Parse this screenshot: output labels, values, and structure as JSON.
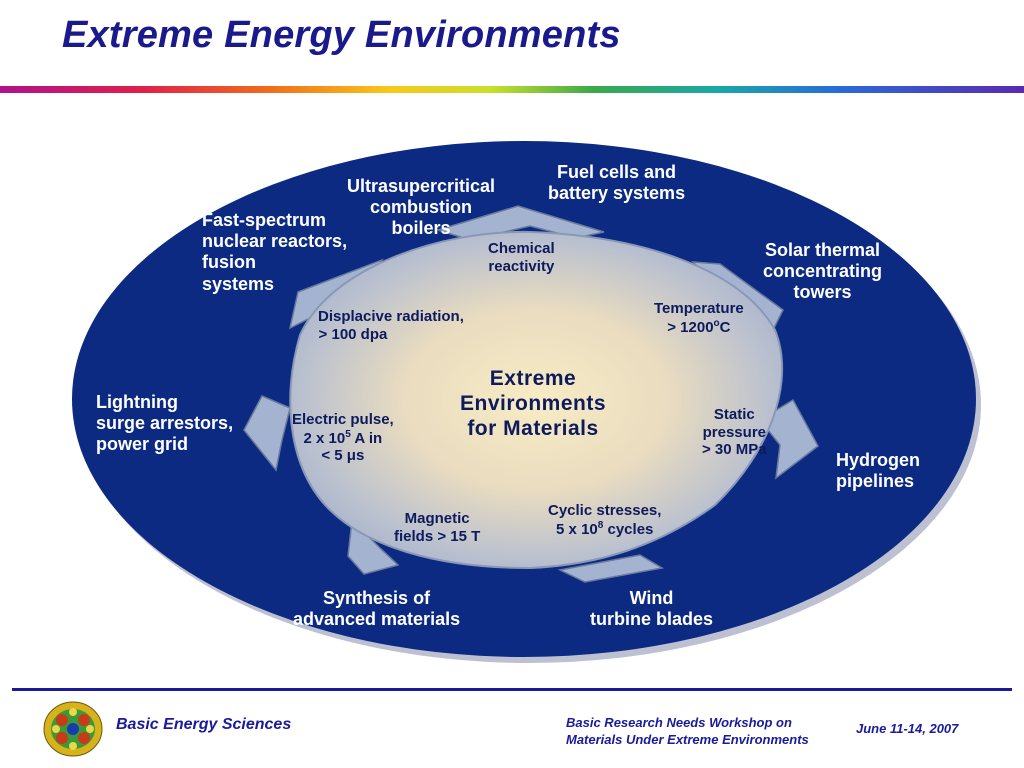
{
  "slide": {
    "title": "Extreme Energy Environments"
  },
  "center": {
    "line1": "Extreme",
    "line2": "Environments",
    "line3": "for Materials"
  },
  "conditions": {
    "chemical": {
      "line1": "Chemical",
      "line2": "reactivity"
    },
    "temperature": {
      "line1": "Temperature",
      "line2_prefix": "> 1200",
      "line2_sup": "o",
      "line2_suffix": "C"
    },
    "static_pressure": {
      "line1": "Static",
      "line2": "pressure",
      "line3": "> 30 MPa"
    },
    "cyclic": {
      "line1": "Cyclic stresses,",
      "line2_prefix": "5 x 10",
      "line2_sup": "8",
      "line2_suffix": " cycles"
    },
    "magnetic": {
      "line1": "Magnetic",
      "line2": "fields  > 15 T"
    },
    "electric": {
      "line1": "Electric pulse,",
      "line2_prefix": "2 x 10",
      "line2_sup": "5",
      "line2_suffix": " A in",
      "line3": "< 5 μs"
    },
    "radiation": {
      "line1": "Displacive radiation,",
      "line2": "> 100 dpa"
    }
  },
  "applications": {
    "fuel_cells": {
      "line1": "Fuel cells and",
      "line2": "battery systems"
    },
    "ultrasupercritical": {
      "line1": "Ultrasupercritical",
      "line2": "combustion",
      "line3": "boilers"
    },
    "fast_spectrum": {
      "line1": "Fast-spectrum",
      "line2": "nuclear reactors,",
      "line3": "fusion",
      "line4": "systems"
    },
    "solar": {
      "line1": "Solar thermal",
      "line2": "concentrating",
      "line3": "towers"
    },
    "lightning": {
      "line1": "Lightning",
      "line2": "surge arrestors,",
      "line3": "power grid"
    },
    "hydrogen": {
      "line1": "Hydrogen",
      "line2": "pipelines"
    },
    "synthesis": {
      "line1": "Synthesis of",
      "line2": "advanced materials"
    },
    "wind": {
      "line1": "Wind",
      "line2": "turbine  blades"
    }
  },
  "footer": {
    "left": "Basic Energy Sciences",
    "middle_line1": "Basic Research Needs Workshop on",
    "middle_line2": "Materials Under Extreme Environments",
    "right": "June 11-14, 2007"
  },
  "colors": {
    "title": "#1a1a8c",
    "ellipse": "#0c2a82",
    "ring": "#a3b3d0",
    "center_glow": "#f6e8bf",
    "footer": "#1a1a9c"
  }
}
